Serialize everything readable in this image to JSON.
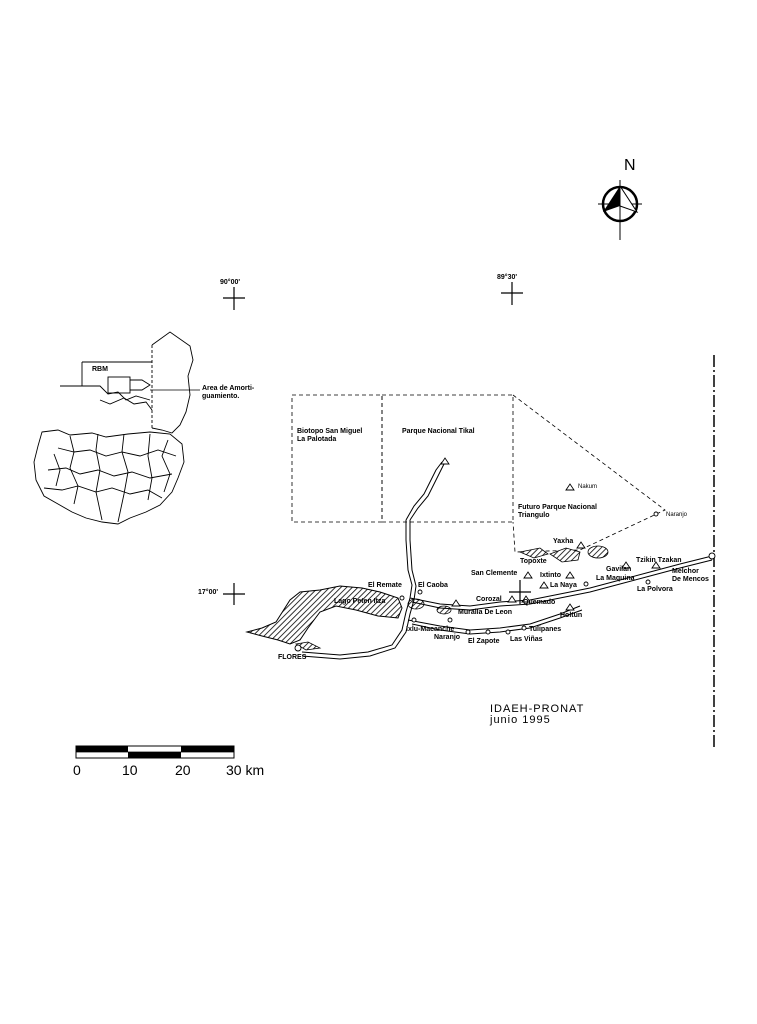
{
  "north": {
    "letter": "N",
    "icon": "north-arrow-icon"
  },
  "coords": {
    "lon_90": "90°00'",
    "lon_8930": "89°30'",
    "lat_17": "17°00'"
  },
  "inset": {
    "rbm": "RBM",
    "buffer_zone": "Area de Amorti-\nguamiento."
  },
  "areas": {
    "biotopo": "Biotopo San Miguel\nLa Palotada",
    "tikal": "Parque Nacional Tikal",
    "triangulo": "Futuro Parque Nacional\nTriangulo"
  },
  "places": {
    "nakum": "Nakum",
    "naranjo_ne": "Naranjo",
    "yaxha": "Yaxha",
    "topoxte": "Topoxte",
    "san_clemente": "San Clemente",
    "ixtinto": "Ixtinto",
    "la_naya": "La Naya",
    "gavilan": "Gavilan",
    "la_maquina": "La Maquina",
    "tzikin_tzakan": "Tzikin Tzakan",
    "melchor": "Melchor\nDe Mencos",
    "la_polvora": "La Polvora",
    "el_remate": "El Remate",
    "el_caoba": "El Caoba",
    "lago": "Lago Peten Itza",
    "corozal": "Corozal",
    "quemado": "Quemado",
    "muralla": "Muralla De Leon",
    "holtun": "Holtun",
    "tulipanes": "Tulipanes",
    "las_vinas": "Las Viñas",
    "el_zapote": "El Zapote",
    "naranjo_s": "Naranjo",
    "ixlu": "Ixlu-Macanche",
    "flores": "FLORES"
  },
  "credit": {
    "line1": "IDAEH-PRONAT",
    "line2": "junio 1995"
  },
  "scale": {
    "ticks": [
      "0",
      "10",
      "20",
      "30 km"
    ]
  }
}
